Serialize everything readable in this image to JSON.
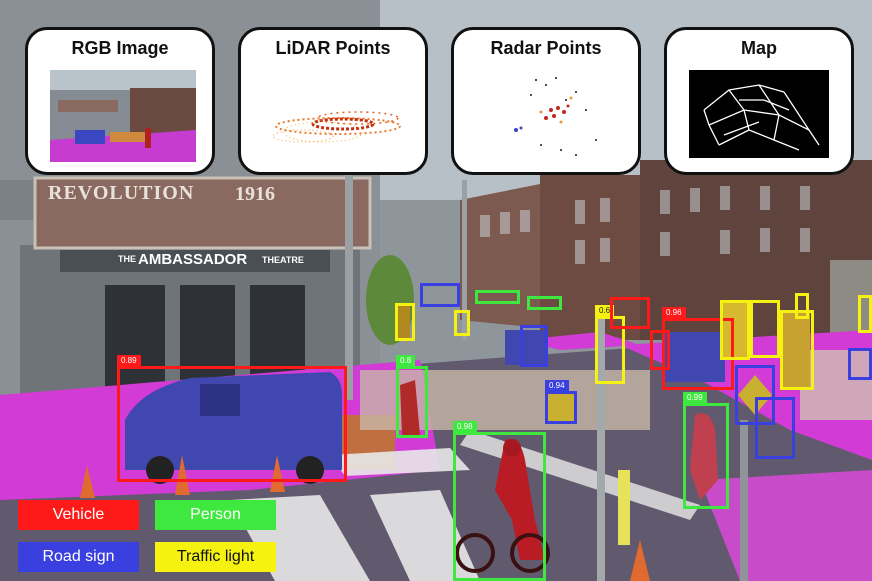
{
  "panels": [
    {
      "title": "RGB Image"
    },
    {
      "title": "LiDAR Points"
    },
    {
      "title": "Radar Points"
    },
    {
      "title": "Map"
    }
  ],
  "signage": {
    "billboard_left": "REVOLUTION",
    "billboard_year": "1916",
    "theatre_pre": "THE",
    "theatre_name": "AMBASSADOR",
    "theatre_post": "THEATRE"
  },
  "detections": [
    {
      "cls": "vehicle",
      "score": "0.89"
    },
    {
      "cls": "person",
      "score": "0.8"
    },
    {
      "cls": "person",
      "score": "0.98"
    },
    {
      "cls": "road_sign",
      "score": "0.94"
    },
    {
      "cls": "person",
      "score": "0.99"
    },
    {
      "cls": "vehicle",
      "score": "0.96"
    },
    {
      "cls": "traffic_light",
      "score": "0.6"
    }
  ],
  "legend": [
    {
      "label": "Vehicle",
      "color": "#ff1a1a"
    },
    {
      "label": "Person",
      "color": "#3ee83e"
    },
    {
      "label": "Road sign",
      "color": "#3a3fe0"
    },
    {
      "label": "Traffic light",
      "color": "#f5f212"
    }
  ]
}
